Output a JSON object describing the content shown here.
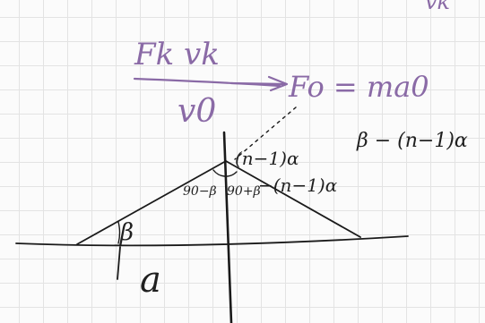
{
  "notes": {
    "numerator": "Fk vk",
    "denominator": "v0",
    "equation": "Fo = ma0",
    "top_right_fragment": "vk",
    "angle_label_right": "β − (n−1)α",
    "angle_label_upper": "(n−1)α",
    "angle_label_apex_left": "90−β",
    "angle_label_apex_right": "90+β",
    "angle_label_apex_tail": "−(n−1)α",
    "angle_label_base": "β",
    "length_label": "a"
  },
  "colors": {
    "paper": "#fbfbfb",
    "grid": "#e3e3e3",
    "ink": "#1a1a1a",
    "purple_ink": "#8a6aa6"
  }
}
